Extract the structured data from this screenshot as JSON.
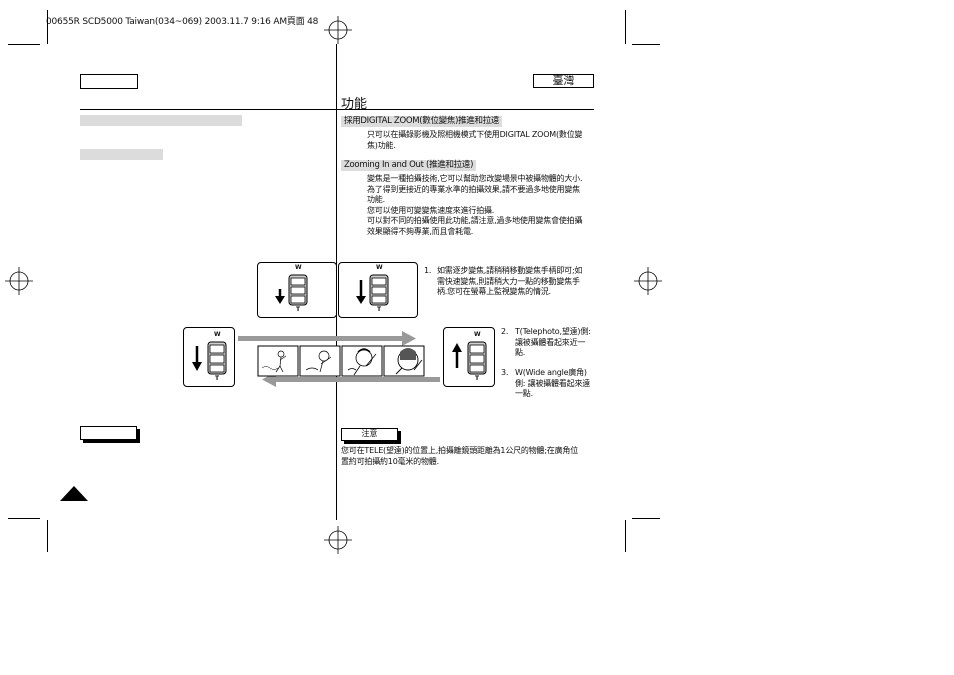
{
  "header": {
    "file_line": "00655R SCD5000 Taiwan(034~069)  2003.11.7  9:16 AM",
    "page_label": "頁面 48"
  },
  "page": {
    "language_tab": "臺灣",
    "title": "功能"
  },
  "section_digital_zoom": {
    "heading": "採用DIGITAL ZOOM(數位變焦)推進和拉遠",
    "lines": [
      "只可以在攝錄影機及照相機模式下使用DIGITAL ZOOM(數位變",
      "焦)功能."
    ]
  },
  "section_zooming": {
    "heading": "Zooming In and Out (推進和拉遠)",
    "lines": [
      "變焦是一種拍攝技術,它可以幫助您改變場景中被攝物體的大小.",
      "為了得到更接近的專業水準的拍攝效果,請不要過多地使用變焦",
      "功能.",
      "您可以使用可變變焦速度來進行拍攝.",
      "可以對不同的拍攝使用此功能,請注意,過多地使用變焦會使拍攝",
      "效果顯得不夠專業,而且會耗電."
    ]
  },
  "zoom_switch": {
    "w": "W",
    "t": "T"
  },
  "steps": [
    {
      "num": "1.",
      "lines": [
        "如需逐步變焦,請稍稍移動變焦手柄即可;如",
        "需快速變焦,則請稍大力一點的移動變焦手",
        "柄.您可在螢幕上監視變焦的情況."
      ]
    },
    {
      "num": "2.",
      "lines": [
        "T(Telephoto,望遠)側:",
        "讓被攝體看起來近一",
        "點."
      ]
    },
    {
      "num": "3.",
      "lines": [
        "W(Wide angle廣角)",
        "側: 讓被攝體看起來遠",
        "一點."
      ]
    }
  ],
  "note": {
    "label": "注意",
    "lines": [
      "您可在TELE(望遠)的位置上,拍攝離鏡頭距離為1公尺的物體;在廣角位",
      "置約可拍攝約10毫米的物體."
    ]
  },
  "icons": [
    "registration-mark-icon",
    "arrow-up-icon",
    "arrow-down-icon",
    "page-triangle-icon"
  ]
}
